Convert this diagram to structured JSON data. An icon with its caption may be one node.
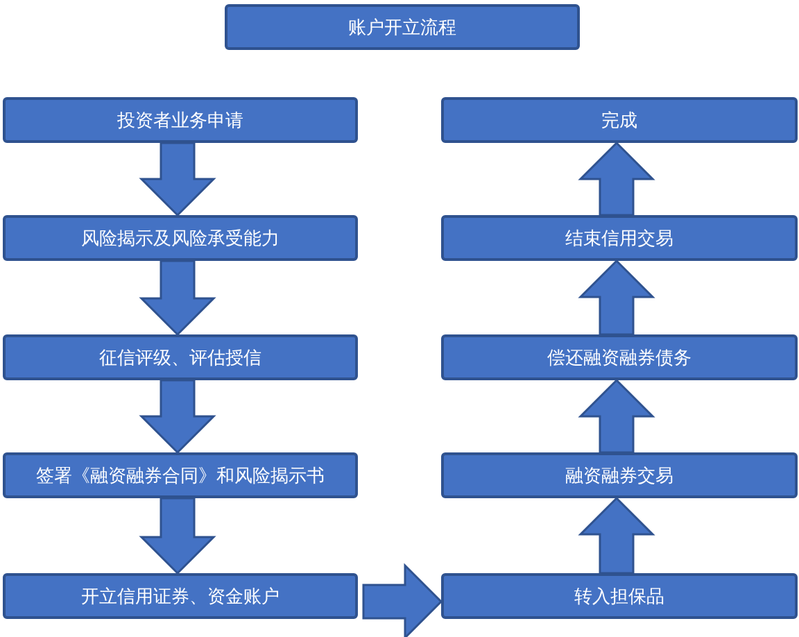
{
  "diagram": {
    "nodes": [
      {
        "text": [
          "账户开立流程"
        ]
      },
      {
        "text": [
          "投资者业务申请"
        ]
      },
      {
        "text": [
          "风险揭示及风险承受能力"
        ]
      },
      {
        "text": [
          "征信评级、评估授信"
        ]
      },
      {
        "text": [
          "签署《融资融券合同》和风险揭示书"
        ]
      },
      {
        "text": [
          "开立信用证券、资金账户"
        ]
      },
      {
        "text": [
          "转入担保品"
        ]
      },
      {
        "text": [
          "融资融券交易"
        ]
      },
      {
        "text": [
          "偿还融资融券债务"
        ]
      },
      {
        "text": [
          "结束信用交易"
        ]
      },
      {
        "text": [
          "完成"
        ]
      }
    ],
    "edges": [
      {
        "from": 1,
        "to": 2,
        "arrow": "to"
      },
      {
        "from": 2,
        "to": 3,
        "arrow": "to"
      },
      {
        "from": 3,
        "to": 4,
        "arrow": "to"
      },
      {
        "from": 4,
        "to": 5,
        "arrow": "to"
      },
      {
        "from": 5,
        "to": 6,
        "arrow": "to"
      },
      {
        "from": 6,
        "to": 7,
        "arrow": "to"
      },
      {
        "from": 7,
        "to": 8,
        "arrow": "to"
      },
      {
        "from": 8,
        "to": 9,
        "arrow": "to"
      },
      {
        "from": 9,
        "to": 10,
        "arrow": "to"
      }
    ]
  }
}
